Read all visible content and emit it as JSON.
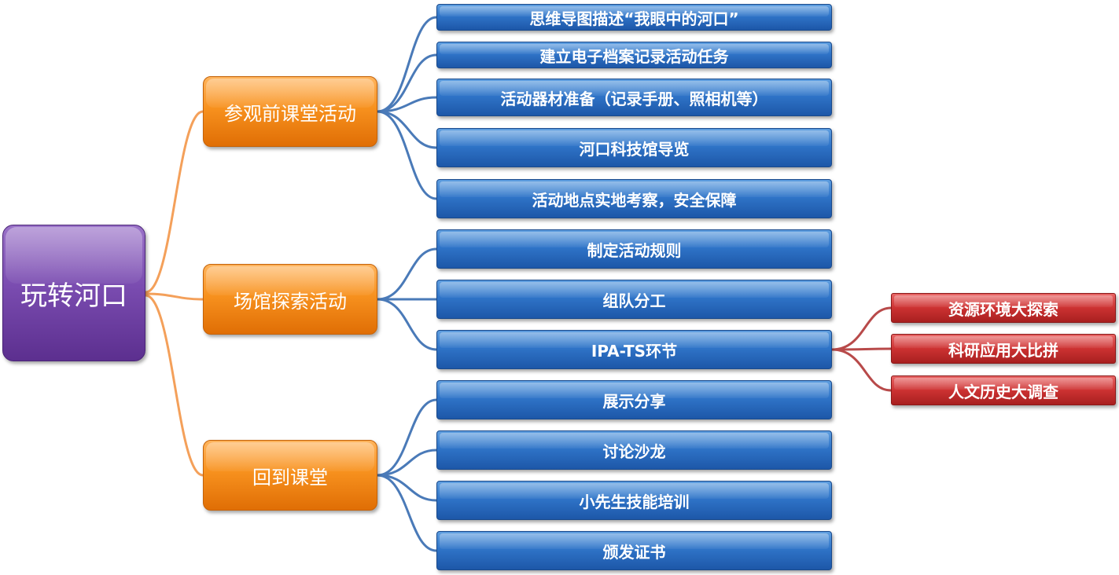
{
  "root": {
    "label": "玩转河口"
  },
  "phases": [
    {
      "label": "参观前课堂活动",
      "items": [
        "思维导图描述“我眼中的河口”",
        "建立电子档案记录活动任务",
        "活动器材准备（记录手册、照相机等）",
        "河口科技馆导览",
        "活动地点实地考察，安全保障"
      ]
    },
    {
      "label": "场馆探索活动",
      "items": [
        "制定活动规则",
        "组队分工",
        "IPA-TS环节"
      ]
    },
    {
      "label": "回到课堂",
      "items": [
        "展示分享",
        "讨论沙龙",
        "小先生技能培训",
        "颁发证书"
      ]
    }
  ],
  "ipa_ts": {
    "items": [
      "资源环境大探索",
      "科研应用大比拼",
      "人文历史大调查"
    ]
  },
  "colors": {
    "root": "#7a4cb0",
    "phase": "#f7911e",
    "item": "#2f74c8",
    "sub": "#cc3232",
    "line_orange": "#f4a05a",
    "line_blue": "#4a7ab8",
    "line_red": "#b84a4a"
  }
}
